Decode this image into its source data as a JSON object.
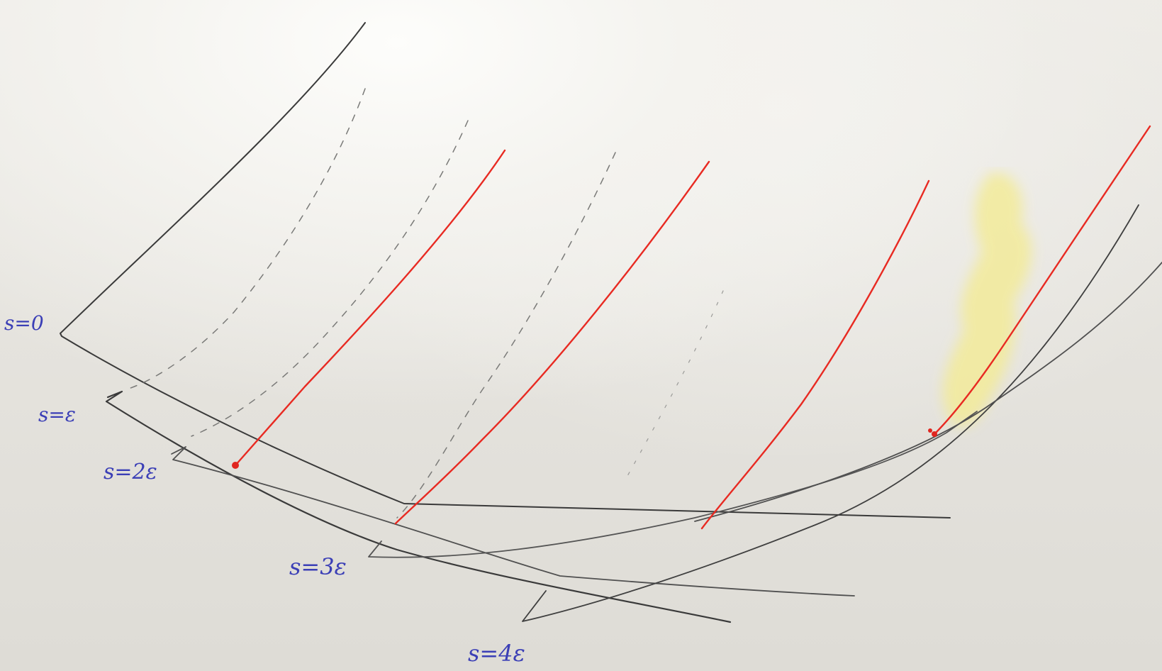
{
  "labels": [
    "s=0",
    "s=ε",
    "s=2ε",
    "s=3ε",
    "s=4ε"
  ],
  "colors": {
    "curve_ink": "#3a3a3a",
    "ruling_ink": "#e82a22",
    "dashed_ink": "#6d6d6b",
    "label_ink": "#3b3fb6"
  }
}
